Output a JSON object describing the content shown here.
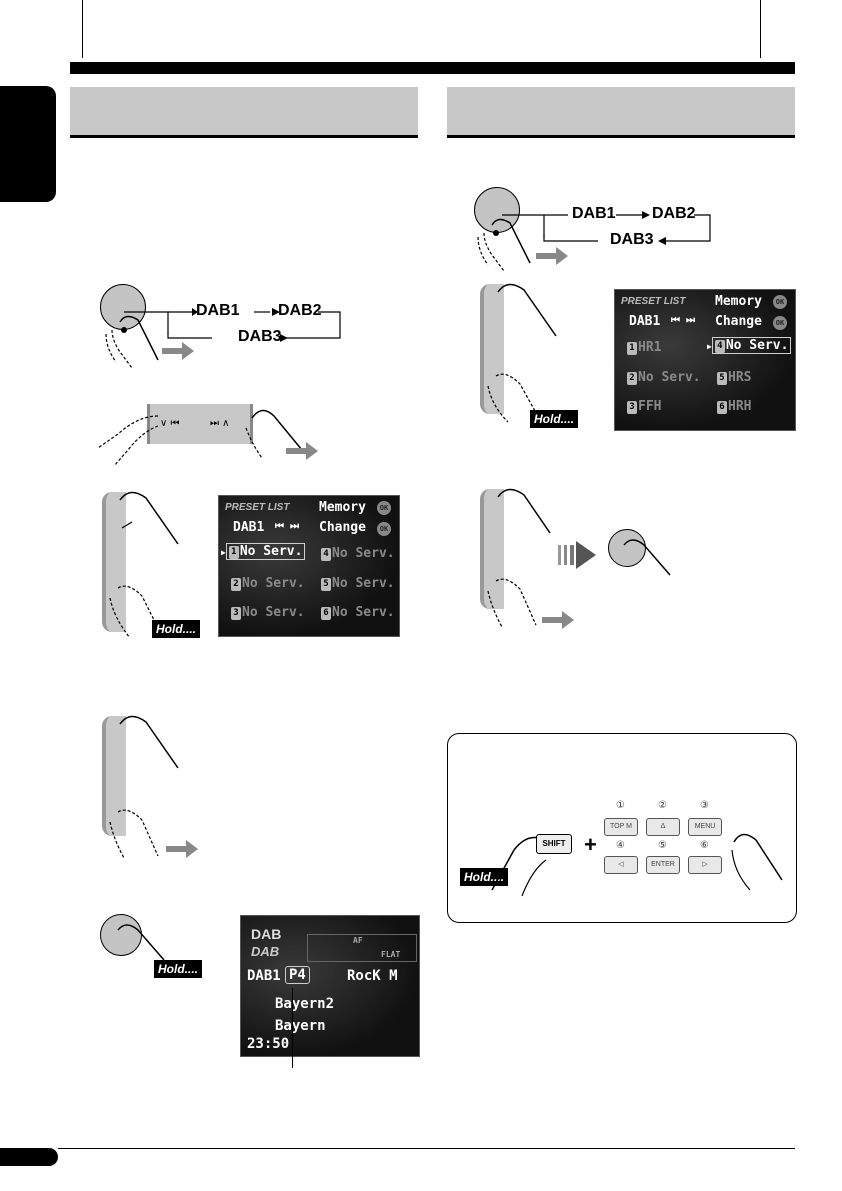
{
  "bands": {
    "dab1": "DAB1",
    "dab2": "DAB2",
    "dab3": "DAB3"
  },
  "hold_label": "Hold....",
  "preset_list_1": {
    "title": "PRESET LIST",
    "band": "DAB1",
    "seek_glyphs": "⏮ ⏭",
    "memory_label": "Memory",
    "change_label": "Change",
    "ok_glyph": "OK",
    "presets": [
      {
        "num": "1",
        "name": "No Serv."
      },
      {
        "num": "2",
        "name": "No Serv."
      },
      {
        "num": "3",
        "name": "No Serv."
      },
      {
        "num": "4",
        "name": "No Serv."
      },
      {
        "num": "5",
        "name": "No Serv."
      },
      {
        "num": "6",
        "name": "No Serv."
      }
    ]
  },
  "preset_list_2": {
    "title": "PRESET LIST",
    "band": "DAB1",
    "seek_glyphs": "⏮ ⏭",
    "memory_label": "Memory",
    "change_label": "Change",
    "ok_glyph": "OK",
    "presets": [
      {
        "num": "1",
        "name": "HR1"
      },
      {
        "num": "2",
        "name": "No Serv."
      },
      {
        "num": "3",
        "name": "FFH"
      },
      {
        "num": "4",
        "name": "No Serv."
      },
      {
        "num": "5",
        "name": "HRS"
      },
      {
        "num": "6",
        "name": "HRH"
      }
    ]
  },
  "main_display": {
    "logo_top": "DAB",
    "logo_bottom": "DAB",
    "af_label": "AF",
    "eq_label": "FLAT",
    "band": "DAB1",
    "preset": "P4",
    "pty": "RocK M",
    "service_label": "Bayern2",
    "ensemble_label": "Bayern",
    "clock": "23:50"
  },
  "remote": {
    "shift_label": "SHIFT",
    "plus": "+",
    "buttons": [
      {
        "num": "①",
        "label": "TOP M"
      },
      {
        "num": "②",
        "label": "Δ"
      },
      {
        "num": "③",
        "label": "MENU"
      },
      {
        "num": "④",
        "label": "◁"
      },
      {
        "num": "⑤",
        "label": "ENTER"
      },
      {
        "num": "⑥",
        "label": "▷"
      }
    ]
  },
  "panel_labels": {
    "seek_left": "∨ ⏮",
    "seek_right": "⏭ ∧"
  }
}
